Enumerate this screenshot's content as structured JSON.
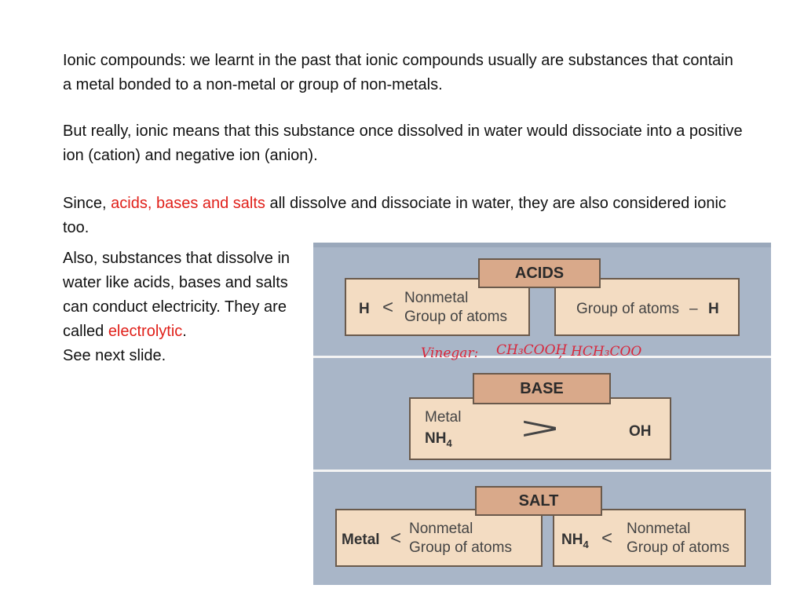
{
  "text": {
    "p1": "Ionic compounds: we learnt in the past that ionic compounds usually are substances that contain a metal bonded to a non-metal or group of non-metals.",
    "p2": "But really, ionic means that this substance once dissolved in water would dissociate into a positive ion (cation) and negative ion (anion).",
    "p3_before": "Since, ",
    "p3_highlight": "acids, bases and salts",
    "p3_after": " all dissolve and dissociate in water, they are also considered ionic too.",
    "p4_before": "Also, substances that dissolve in water like acids, bases and salts can conduct electricity. They are called ",
    "p4_highlight": "electrolytic",
    "p4_after": ".",
    "p4_line2": "See next slide."
  },
  "colors": {
    "highlight": "#e0201a",
    "box_fill": "#f3dcc2",
    "header_fill": "#d9a98a",
    "background_band": "#a9b6c8",
    "handwriting": "#d8263b"
  },
  "diagram": {
    "acids": {
      "header": "ACIDS",
      "left": {
        "h": "H",
        "lt": "<",
        "line1": "Nonmetal",
        "line2": "Group of atoms"
      },
      "right": {
        "text": "Group of atoms",
        "dash": "–",
        "h": "H"
      }
    },
    "handwritten_note": {
      "label": "Vinegar:",
      "formula1": "CH₃COOH",
      "sep": ",",
      "formula2": "HCH₃COO"
    },
    "base": {
      "header": "BASE",
      "metal": "Metal",
      "nh": "NH",
      "sub": "4",
      "arrow": ">",
      "oh": "OH"
    },
    "salt": {
      "header": "SALT",
      "left": {
        "metal": "Metal",
        "lt": "<",
        "line1": "Nonmetal",
        "line2": "Group of atoms"
      },
      "right": {
        "nh": "NH",
        "sub": "4",
        "lt": "<",
        "line1": "Nonmetal",
        "line2": "Group of atoms"
      }
    }
  }
}
